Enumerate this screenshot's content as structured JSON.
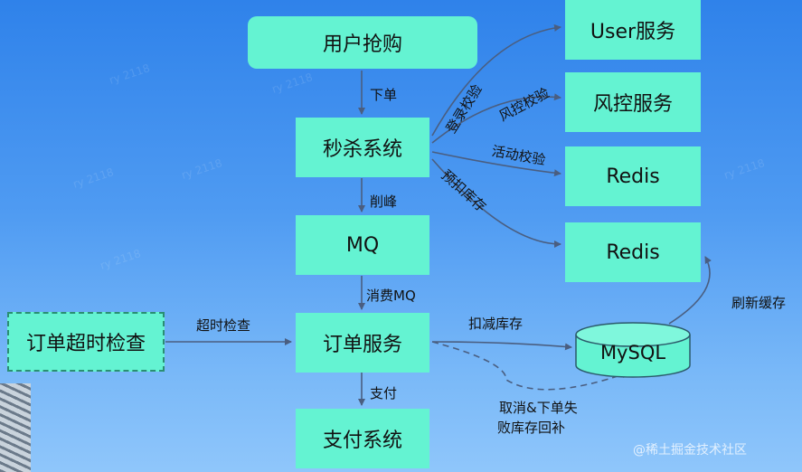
{
  "nodes": {
    "user_purchase": "用户抢购",
    "seckill_system": "秒杀系统",
    "mq": "MQ",
    "order_service": "订单服务",
    "payment_system": "支付系统",
    "order_timeout_check": "订单超时检查",
    "user_service": "User服务",
    "risk_service": "风控服务",
    "redis_1": "Redis",
    "redis_2": "Redis",
    "mysql": "MySQL"
  },
  "edges": {
    "place_order": "下单",
    "peak_shaving": "削峰",
    "consume_mq": "消费MQ",
    "pay": "支付",
    "timeout_check": "超时检查",
    "login_check": "登录校验",
    "risk_check": "风控校验",
    "activity_check": "活动校验",
    "pre_deduct": "预扣库存",
    "deduct_stock": "扣减库存",
    "refresh_cache_line1": "刷新缓存",
    "rollback_line1": "取消&下单失",
    "rollback_line2": "败库存回补"
  },
  "watermark": "@稀土掘金技术社区",
  "colors": {
    "node_fill": "#64f3d2",
    "arrow": "#4a5e80"
  }
}
